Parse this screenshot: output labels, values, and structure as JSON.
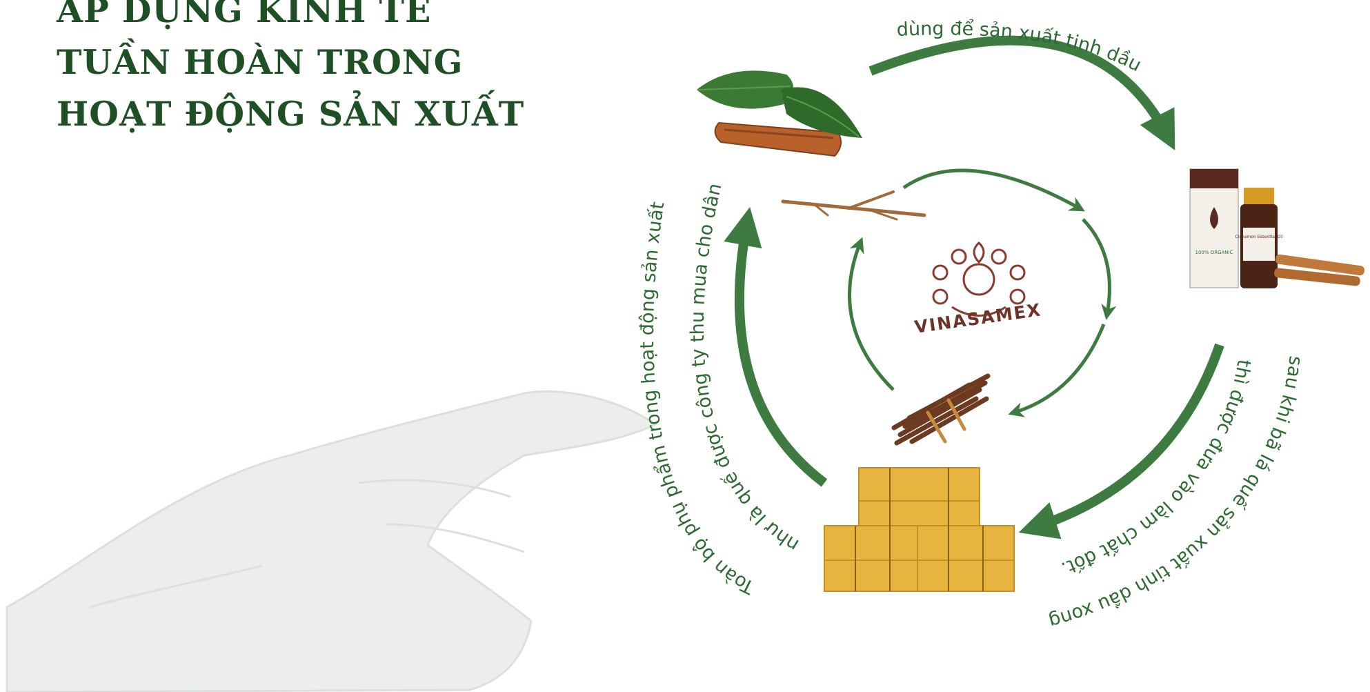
{
  "title": {
    "lines": [
      "Áp dụng kinh tế",
      "tuần hoàn trong",
      "hoạt động sản xuất"
    ]
  },
  "cycle_labels": {
    "top": "dùng để sản xuất tinh dầu",
    "right_outer": "sau khi bã lá quế sản xuất tinh dầu xong",
    "right_inner": "thì được đưa vào làm chất đốt.",
    "left_outer": "Toàn bộ phụ phẩm trong hoạt động sản xuất",
    "left_inner": "như là quế được công ty thu mua cho dân"
  },
  "logo": {
    "text": "VINASAMEX"
  },
  "bottle": {
    "label": "Cinnamon Essential Oil",
    "organic": "100% ORGANIC"
  },
  "colors": {
    "arrow": "#3d7b40",
    "title": "#1f4f25",
    "logo": "#8b3a2e"
  },
  "icons": [
    "cinnamon-leaf-icon",
    "twig-icon",
    "essential-oil-icon",
    "cinnamon-bundle-icon",
    "hay-bales-icon",
    "hand-sketch-icon"
  ]
}
